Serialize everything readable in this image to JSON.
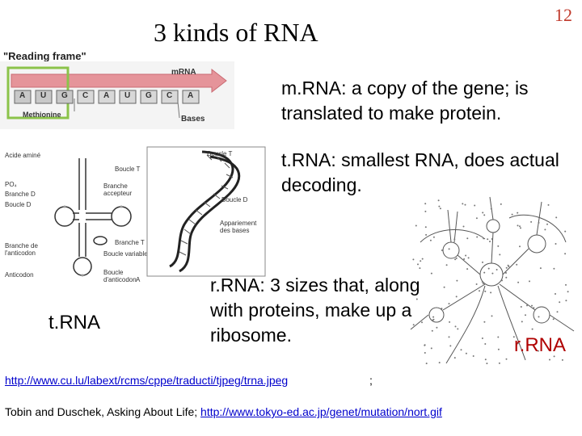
{
  "page_number": "12",
  "title": "3 kinds of RNA",
  "reading_frame": {
    "label": "\"Reading frame\"",
    "mrna_label": "mRNA",
    "bases": [
      "A",
      "U",
      "G",
      "C",
      "A",
      "U",
      "G",
      "C",
      "A"
    ],
    "methionine_label": "Methionine",
    "bases_label": "Bases"
  },
  "mrna_text": {
    "term": "m.RNA",
    "rest": ": a copy of the gene; is translated to make protein."
  },
  "trna_text": {
    "term": "t.RNA",
    "rest": ": smallest RNA, does actual decoding."
  },
  "rrna_text": {
    "term": "r.RNA",
    "rest": ":  3 sizes that, along with proteins, make up a ribosome."
  },
  "trna_diagram": {
    "acide_amine": "Acide aminé",
    "po4": "PO₄",
    "branche_d": "Branche D",
    "boucle_d": "Boucle D",
    "branche_anticodon": "Branche de l'anticodon",
    "anticodon": "Anticodon",
    "boucle_t": "Boucle T",
    "branche_accepteur": "Branche accepteur",
    "branche_t": "Branche T",
    "boucle_variable": "Boucle variable",
    "boucle_anticodon": "Boucle d'anticodon"
  },
  "trna_3d": {
    "boucle_t": "Boucle T",
    "boucle_d": "Boucle D",
    "appariement": "Appariement des bases",
    "a_mark": "A"
  },
  "trna_label": "t.RNA",
  "rrna_label": "r.RNA",
  "url1": "http://www.cu.lu/labext/rcms/cppe/traducti/tjpeg/trna.jpeg",
  "url1_tail": ";",
  "credit_text": "Tobin and Duschek, Asking About Life; ",
  "credit_url": "http://www.tokyo-ed.ac.jp/genet/mutation/nort.gif",
  "colors": {
    "page_number": "#c0392b",
    "rrna_label": "#b00000",
    "link": "#0000cc",
    "mrna_arrow": "#e5949a",
    "frame_box": "#8bc34a"
  }
}
